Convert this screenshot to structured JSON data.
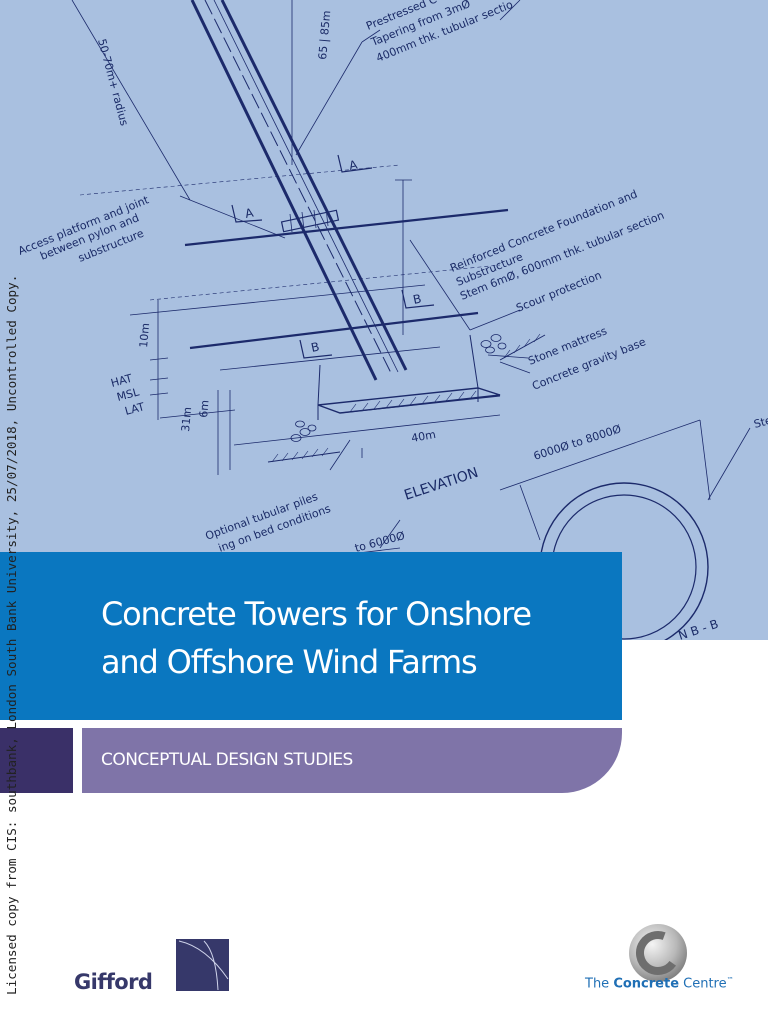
{
  "title": {
    "line1": "Concrete Towers for Onshore",
    "line2": "and Offshore Wind Farms"
  },
  "subtitle": "CONCEPTUAL DESIGN STUDIES",
  "license_notice": "Licensed copy from CIS: southbank, London South Bank University, 25/07/2018, Uncontrolled Copy.",
  "publisher_logos": {
    "gifford": "Gifford",
    "concrete_centre": {
      "prefix": "The ",
      "bold": "Concrete",
      "suffix": " Centre",
      "trademark": "™"
    }
  },
  "drawing": {
    "label_prestressed": "Prestressed C",
    "label_tapering": "Tapering from 3mØ",
    "label_tubular": "400mm thk. tubular sectio",
    "label_radius": "50-70m+ radius",
    "label_height": "65 | 85m",
    "label_access_1": "Access platform and joint",
    "label_access_2": "between pylon and",
    "label_access_3": "substructure",
    "label_foundation_1": "Reinforced Concrete Foundation and",
    "label_foundation_2": "Substructure",
    "label_foundation_3": "Stem 6mØ, 600mm thk. tubular section",
    "label_scour": "Scour protection",
    "label_mattress": "Stone mattress",
    "label_gravity": "Concrete gravity base",
    "label_10m": "10m",
    "label_31m": "31m",
    "label_6m": "6m",
    "label_hat": "HAT",
    "label_msl": "MSL",
    "label_lat": "LAT",
    "label_40m": "40m",
    "label_elevation": "ELEVATION",
    "label_piles_1": "Optional tubular piles",
    "label_piles_2": "ing on bed conditions",
    "label_dia_1": "to 6000Ø",
    "label_dia_2": "6000Ø to 8000Ø",
    "label_section": "N B - B",
    "label_ste": "Ste",
    "section_a": "A",
    "section_b": "B"
  },
  "colors": {
    "blueprint_bg": "#a9c0e0",
    "blueprint_line": "#1c2a6b",
    "title_band": "#0a77c0",
    "subtitle_band": "#7f74a8",
    "dark_block": "#3a3068",
    "gifford_navy": "#36386a",
    "concrete_centre_blue": "#1f6fb5"
  }
}
